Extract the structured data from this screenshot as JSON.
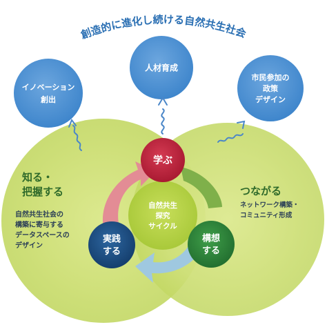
{
  "title": "創造的に進化し続ける自然共生社会",
  "outcomes": [
    {
      "lines": [
        "イノベーション",
        "創出"
      ]
    },
    {
      "lines": [
        "人材育成"
      ]
    },
    {
      "lines": [
        "市民参加の",
        "政策",
        "デザイン"
      ]
    }
  ],
  "left_circle": {
    "heading_lines": [
      "知る・",
      "把握する"
    ],
    "desc_lines": [
      "自然共生社会の",
      "構築に寄与する",
      "データスペースの",
      "デザイン"
    ]
  },
  "right_circle": {
    "heading_lines": [
      "つながる"
    ],
    "desc_lines": [
      "ネットワーク構築・",
      "コミュニティ形成"
    ]
  },
  "cycle": {
    "center_lines": [
      "自然共生",
      "探究",
      "サイクル"
    ],
    "nodes": [
      {
        "lines": [
          "学ぶ"
        ]
      },
      {
        "lines": [
          "構想",
          "する"
        ]
      },
      {
        "lines": [
          "実践",
          "する"
        ]
      }
    ]
  },
  "colors": {
    "outcome_blue": "#4a8fd3",
    "outcome_text": "#ffffff",
    "green_wash": "#cfe07a",
    "green_center": "#b9d447",
    "learn_red": "#c4213d",
    "plan_green": "#2e8a3a",
    "practice_blue": "#1c4f86",
    "title_text": "#2a6fb3",
    "heading_text": "#2f6a2a",
    "desc_text": "#2b3f57",
    "squiggle": "#4a86c8"
  }
}
